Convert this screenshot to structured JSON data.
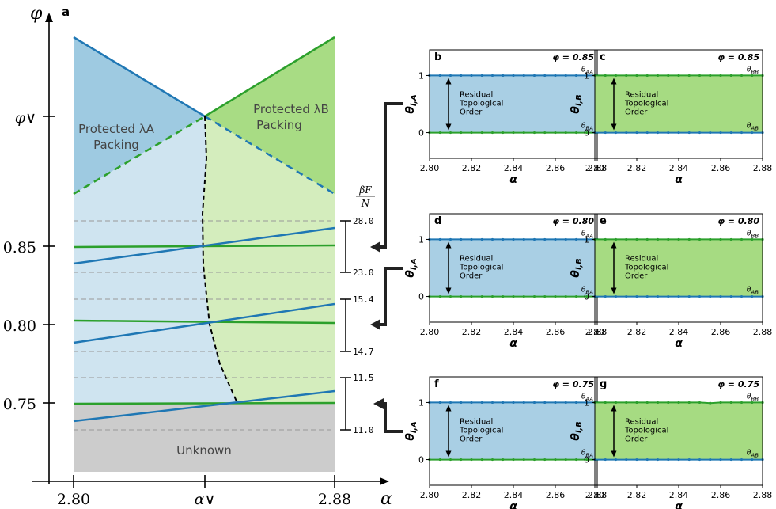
{
  "colors": {
    "blue": "#1f77b4",
    "green": "#2ca02c",
    "fill_blue_dark": "#9ecae1",
    "fill_blue_light": "#cfe4f0",
    "fill_green_dark": "#a8dc84",
    "fill_green_light": "#d4edbd",
    "unknown_gray": "#cccccc",
    "dash_gray": "#999999"
  },
  "main": {
    "panel_label": "a",
    "xlabel": "α",
    "ylabel": "φ",
    "x_ticks": [
      "2.80",
      "α∨",
      "2.88"
    ],
    "y_ticks": [
      "0.75",
      "0.80",
      "0.85",
      "φ∨"
    ],
    "region_protected_a": [
      "Protected λA",
      "Packing"
    ],
    "region_protected_b": [
      "Protected λB",
      "Packing"
    ],
    "region_unknown": "Unknown",
    "free_energy_label": [
      "βF",
      "N"
    ],
    "free_energy_groups": [
      {
        "phi": "0.85",
        "top": "28.0",
        "bottom": "23.0"
      },
      {
        "phi": "0.80",
        "top": "15.4",
        "bottom": "14.7"
      },
      {
        "phi": "0.75",
        "top": "11.5",
        "bottom": "11.0"
      }
    ]
  },
  "chart_data": [
    {
      "type": "line",
      "title": "",
      "xlabel": "α",
      "ylabel": "θl,A",
      "panel": "b",
      "annotation": "φ = 0.85",
      "inner_text": [
        "Residual",
        "Topological",
        "Order"
      ],
      "x_ticks": [
        "2.80",
        "2.82",
        "2.84",
        "2.86",
        "2.88"
      ],
      "y_ticks": [
        "0",
        "1"
      ],
      "xlim": [
        2.8,
        2.88
      ],
      "ylim": [
        -0.45,
        1.45
      ],
      "series": [
        {
          "name": "θAA",
          "color": "blue",
          "x": [
            2.8,
            2.805,
            2.81,
            2.815,
            2.82,
            2.825,
            2.83,
            2.835,
            2.84,
            2.845,
            2.85,
            2.855,
            2.86,
            2.865,
            2.87,
            2.875,
            2.88
          ],
          "y": [
            1,
            1,
            1,
            1,
            1,
            1,
            1,
            1,
            1,
            1,
            1,
            1,
            1,
            1,
            1,
            1,
            1
          ]
        },
        {
          "name": "θBA",
          "color": "green",
          "x": [
            2.8,
            2.805,
            2.81,
            2.815,
            2.82,
            2.825,
            2.83,
            2.835,
            2.84,
            2.845,
            2.85,
            2.855,
            2.86,
            2.865,
            2.87,
            2.875,
            2.88
          ],
          "y": [
            0,
            0,
            0,
            0,
            0,
            0,
            0,
            0,
            0,
            0,
            0,
            0,
            0,
            0,
            0,
            0,
            0
          ]
        }
      ]
    },
    {
      "type": "line",
      "title": "",
      "xlabel": "α",
      "ylabel": "θl,B",
      "panel": "c",
      "annotation": "φ = 0.85",
      "inner_text": [
        "Residual",
        "Topological",
        "Order"
      ],
      "x_ticks": [
        "2.80",
        "2.82",
        "2.84",
        "2.86",
        "2.88"
      ],
      "y_ticks": [
        "0",
        "1"
      ],
      "xlim": [
        2.8,
        2.88
      ],
      "ylim": [
        -0.45,
        1.45
      ],
      "series": [
        {
          "name": "θBB",
          "color": "green",
          "x": [
            2.8,
            2.805,
            2.81,
            2.815,
            2.82,
            2.825,
            2.83,
            2.835,
            2.84,
            2.845,
            2.85,
            2.855,
            2.86,
            2.865,
            2.87,
            2.875,
            2.88
          ],
          "y": [
            1,
            1,
            1,
            1,
            1,
            1,
            1,
            1,
            1,
            1,
            1,
            1,
            1,
            1,
            1,
            1,
            1
          ]
        },
        {
          "name": "θAB",
          "color": "blue",
          "x": [
            2.8,
            2.805,
            2.81,
            2.815,
            2.82,
            2.825,
            2.83,
            2.835,
            2.84,
            2.845,
            2.85,
            2.855,
            2.86,
            2.865,
            2.87,
            2.875,
            2.88
          ],
          "y": [
            0,
            0,
            0,
            0,
            0,
            0,
            0,
            0,
            0,
            0,
            0,
            0,
            0,
            0,
            0,
            0,
            0
          ]
        }
      ]
    },
    {
      "type": "line",
      "title": "",
      "xlabel": "α",
      "ylabel": "θl,A",
      "panel": "d",
      "annotation": "φ = 0.80",
      "inner_text": [
        "Residual",
        "Topological",
        "Order"
      ],
      "x_ticks": [
        "2.80",
        "2.82",
        "2.84",
        "2.86",
        "2.88"
      ],
      "y_ticks": [
        "0",
        "1"
      ],
      "xlim": [
        2.8,
        2.88
      ],
      "ylim": [
        -0.45,
        1.45
      ],
      "series": [
        {
          "name": "θAA",
          "color": "blue",
          "x": [
            2.8,
            2.805,
            2.81,
            2.815,
            2.82,
            2.825,
            2.83,
            2.835,
            2.84,
            2.845,
            2.85,
            2.855,
            2.86,
            2.865,
            2.87,
            2.875,
            2.88
          ],
          "y": [
            1,
            1,
            1,
            1,
            1,
            1,
            1,
            1,
            1,
            1,
            1,
            1,
            1,
            1,
            1,
            1,
            1
          ]
        },
        {
          "name": "θBA",
          "color": "green",
          "x": [
            2.8,
            2.805,
            2.81,
            2.815,
            2.82,
            2.825,
            2.83,
            2.835,
            2.84,
            2.845,
            2.85,
            2.855,
            2.86,
            2.865,
            2.87,
            2.875,
            2.88
          ],
          "y": [
            0,
            0,
            0,
            0,
            0,
            0,
            0,
            0,
            0,
            0,
            0,
            0,
            0,
            0,
            0,
            0,
            0
          ]
        }
      ]
    },
    {
      "type": "line",
      "title": "",
      "xlabel": "α",
      "ylabel": "θl,B",
      "panel": "e",
      "annotation": "φ = 0.80",
      "inner_text": [
        "Residual",
        "Topological",
        "Order"
      ],
      "x_ticks": [
        "2.80",
        "2.82",
        "2.84",
        "2.86",
        "2.88"
      ],
      "y_ticks": [
        "0",
        "1"
      ],
      "xlim": [
        2.8,
        2.88
      ],
      "ylim": [
        -0.45,
        1.45
      ],
      "series": [
        {
          "name": "θBB",
          "color": "green",
          "x": [
            2.8,
            2.805,
            2.81,
            2.815,
            2.82,
            2.825,
            2.83,
            2.835,
            2.84,
            2.845,
            2.85,
            2.855,
            2.86,
            2.865,
            2.87,
            2.875,
            2.88
          ],
          "y": [
            1,
            1,
            1,
            1,
            1,
            1,
            1,
            1,
            1,
            1,
            1,
            1,
            1,
            1,
            1,
            1,
            1
          ]
        },
        {
          "name": "θAB",
          "color": "blue",
          "x": [
            2.8,
            2.805,
            2.81,
            2.815,
            2.82,
            2.825,
            2.83,
            2.835,
            2.84,
            2.845,
            2.85,
            2.855,
            2.86,
            2.865,
            2.87,
            2.875,
            2.88
          ],
          "y": [
            0,
            0,
            0,
            0,
            0,
            0,
            0,
            0,
            0,
            0,
            0,
            0,
            0,
            0,
            0,
            0,
            0
          ]
        }
      ]
    },
    {
      "type": "line",
      "title": "",
      "xlabel": "α",
      "ylabel": "θl,A",
      "panel": "f",
      "annotation": "φ = 0.75",
      "inner_text": [
        "Residual",
        "Topological",
        "Order"
      ],
      "x_ticks": [
        "2.80",
        "2.82",
        "2.84",
        "2.86",
        "2.88"
      ],
      "y_ticks": [
        "0",
        "1"
      ],
      "xlim": [
        2.8,
        2.88
      ],
      "ylim": [
        -0.45,
        1.45
      ],
      "series": [
        {
          "name": "θAA",
          "color": "blue",
          "x": [
            2.8,
            2.805,
            2.81,
            2.815,
            2.82,
            2.825,
            2.83,
            2.835,
            2.84,
            2.845,
            2.85,
            2.855,
            2.86,
            2.865,
            2.87,
            2.875,
            2.88
          ],
          "y": [
            1,
            1,
            1,
            1,
            1,
            1,
            1,
            1,
            1,
            1,
            1,
            1,
            1,
            1,
            1,
            1,
            1
          ]
        },
        {
          "name": "θBA",
          "color": "green",
          "x": [
            2.8,
            2.805,
            2.81,
            2.815,
            2.82,
            2.825,
            2.83,
            2.835,
            2.84,
            2.845,
            2.85,
            2.855,
            2.86,
            2.865,
            2.87,
            2.875,
            2.88
          ],
          "y": [
            0,
            0,
            0,
            0,
            0,
            0,
            0,
            0,
            0,
            0,
            0,
            0,
            0,
            0,
            0,
            0,
            0
          ]
        }
      ]
    },
    {
      "type": "line",
      "title": "",
      "xlabel": "α",
      "ylabel": "θl,B",
      "panel": "g",
      "annotation": "φ = 0.75",
      "inner_text": [
        "Residual",
        "Topological",
        "Order"
      ],
      "x_ticks": [
        "2.80",
        "2.82",
        "2.84",
        "2.86",
        "2.88"
      ],
      "y_ticks": [
        "0",
        "1"
      ],
      "xlim": [
        2.8,
        2.88
      ],
      "ylim": [
        -0.45,
        1.45
      ],
      "series": [
        {
          "name": "θBB",
          "color": "green",
          "x": [
            2.8,
            2.805,
            2.81,
            2.815,
            2.82,
            2.825,
            2.83,
            2.835,
            2.84,
            2.845,
            2.85,
            2.855,
            2.86,
            2.865,
            2.87,
            2.875,
            2.88
          ],
          "y": [
            1,
            1,
            1,
            1,
            1,
            1,
            1,
            1,
            1,
            1,
            1,
            0.99,
            1,
            1,
            1,
            1,
            1
          ]
        },
        {
          "name": "θAB",
          "color": "blue",
          "x": [
            2.8,
            2.805,
            2.81,
            2.815,
            2.82,
            2.825,
            2.83,
            2.835,
            2.84,
            2.845,
            2.85,
            2.855,
            2.86,
            2.865,
            2.87,
            2.875,
            2.88
          ],
          "y": [
            0,
            0,
            0,
            0,
            0,
            0,
            0,
            0,
            0,
            0,
            0,
            0,
            0,
            0,
            0,
            0,
            0
          ]
        }
      ]
    }
  ]
}
